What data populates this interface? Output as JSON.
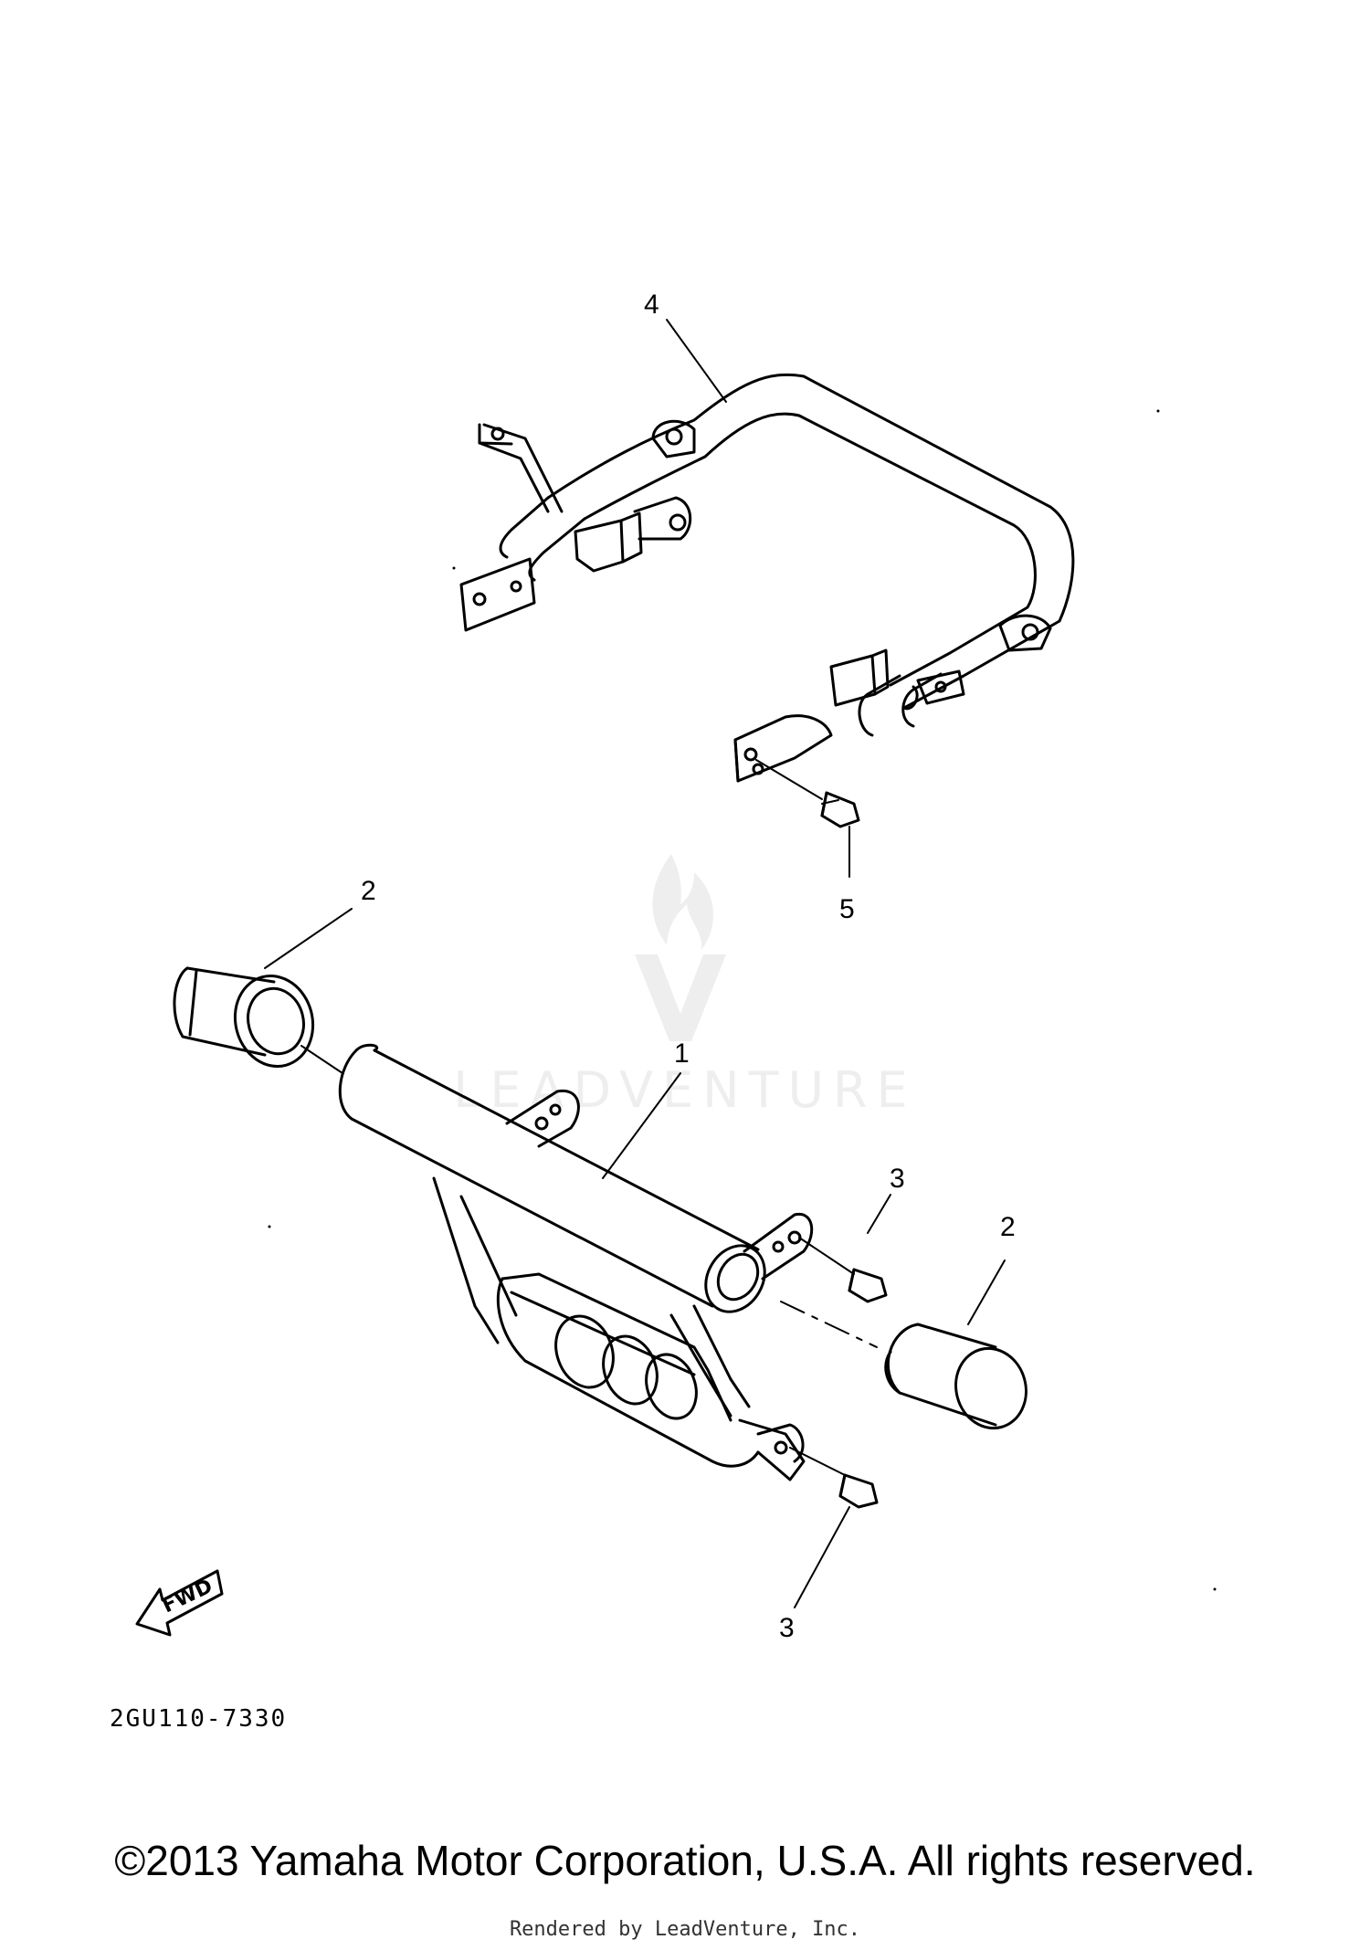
{
  "diagram": {
    "callouts": {
      "part1": "1",
      "part2_left": "2",
      "part2_right": "2",
      "part3_upper": "3",
      "part3_lower": "3",
      "part4": "4",
      "part5": "5"
    },
    "fwd_label": "FWD",
    "part_code": "2GU110-7330",
    "watermark": "LEADVENTURE"
  },
  "footer": {
    "copyright": "©2013 Yamaha Motor Corporation, U.S.A. All rights reserved.",
    "rendered_by": "Rendered by LeadVenture, Inc."
  },
  "colors": {
    "line": "#000000",
    "background": "#ffffff",
    "watermark": "#eeeeee"
  }
}
